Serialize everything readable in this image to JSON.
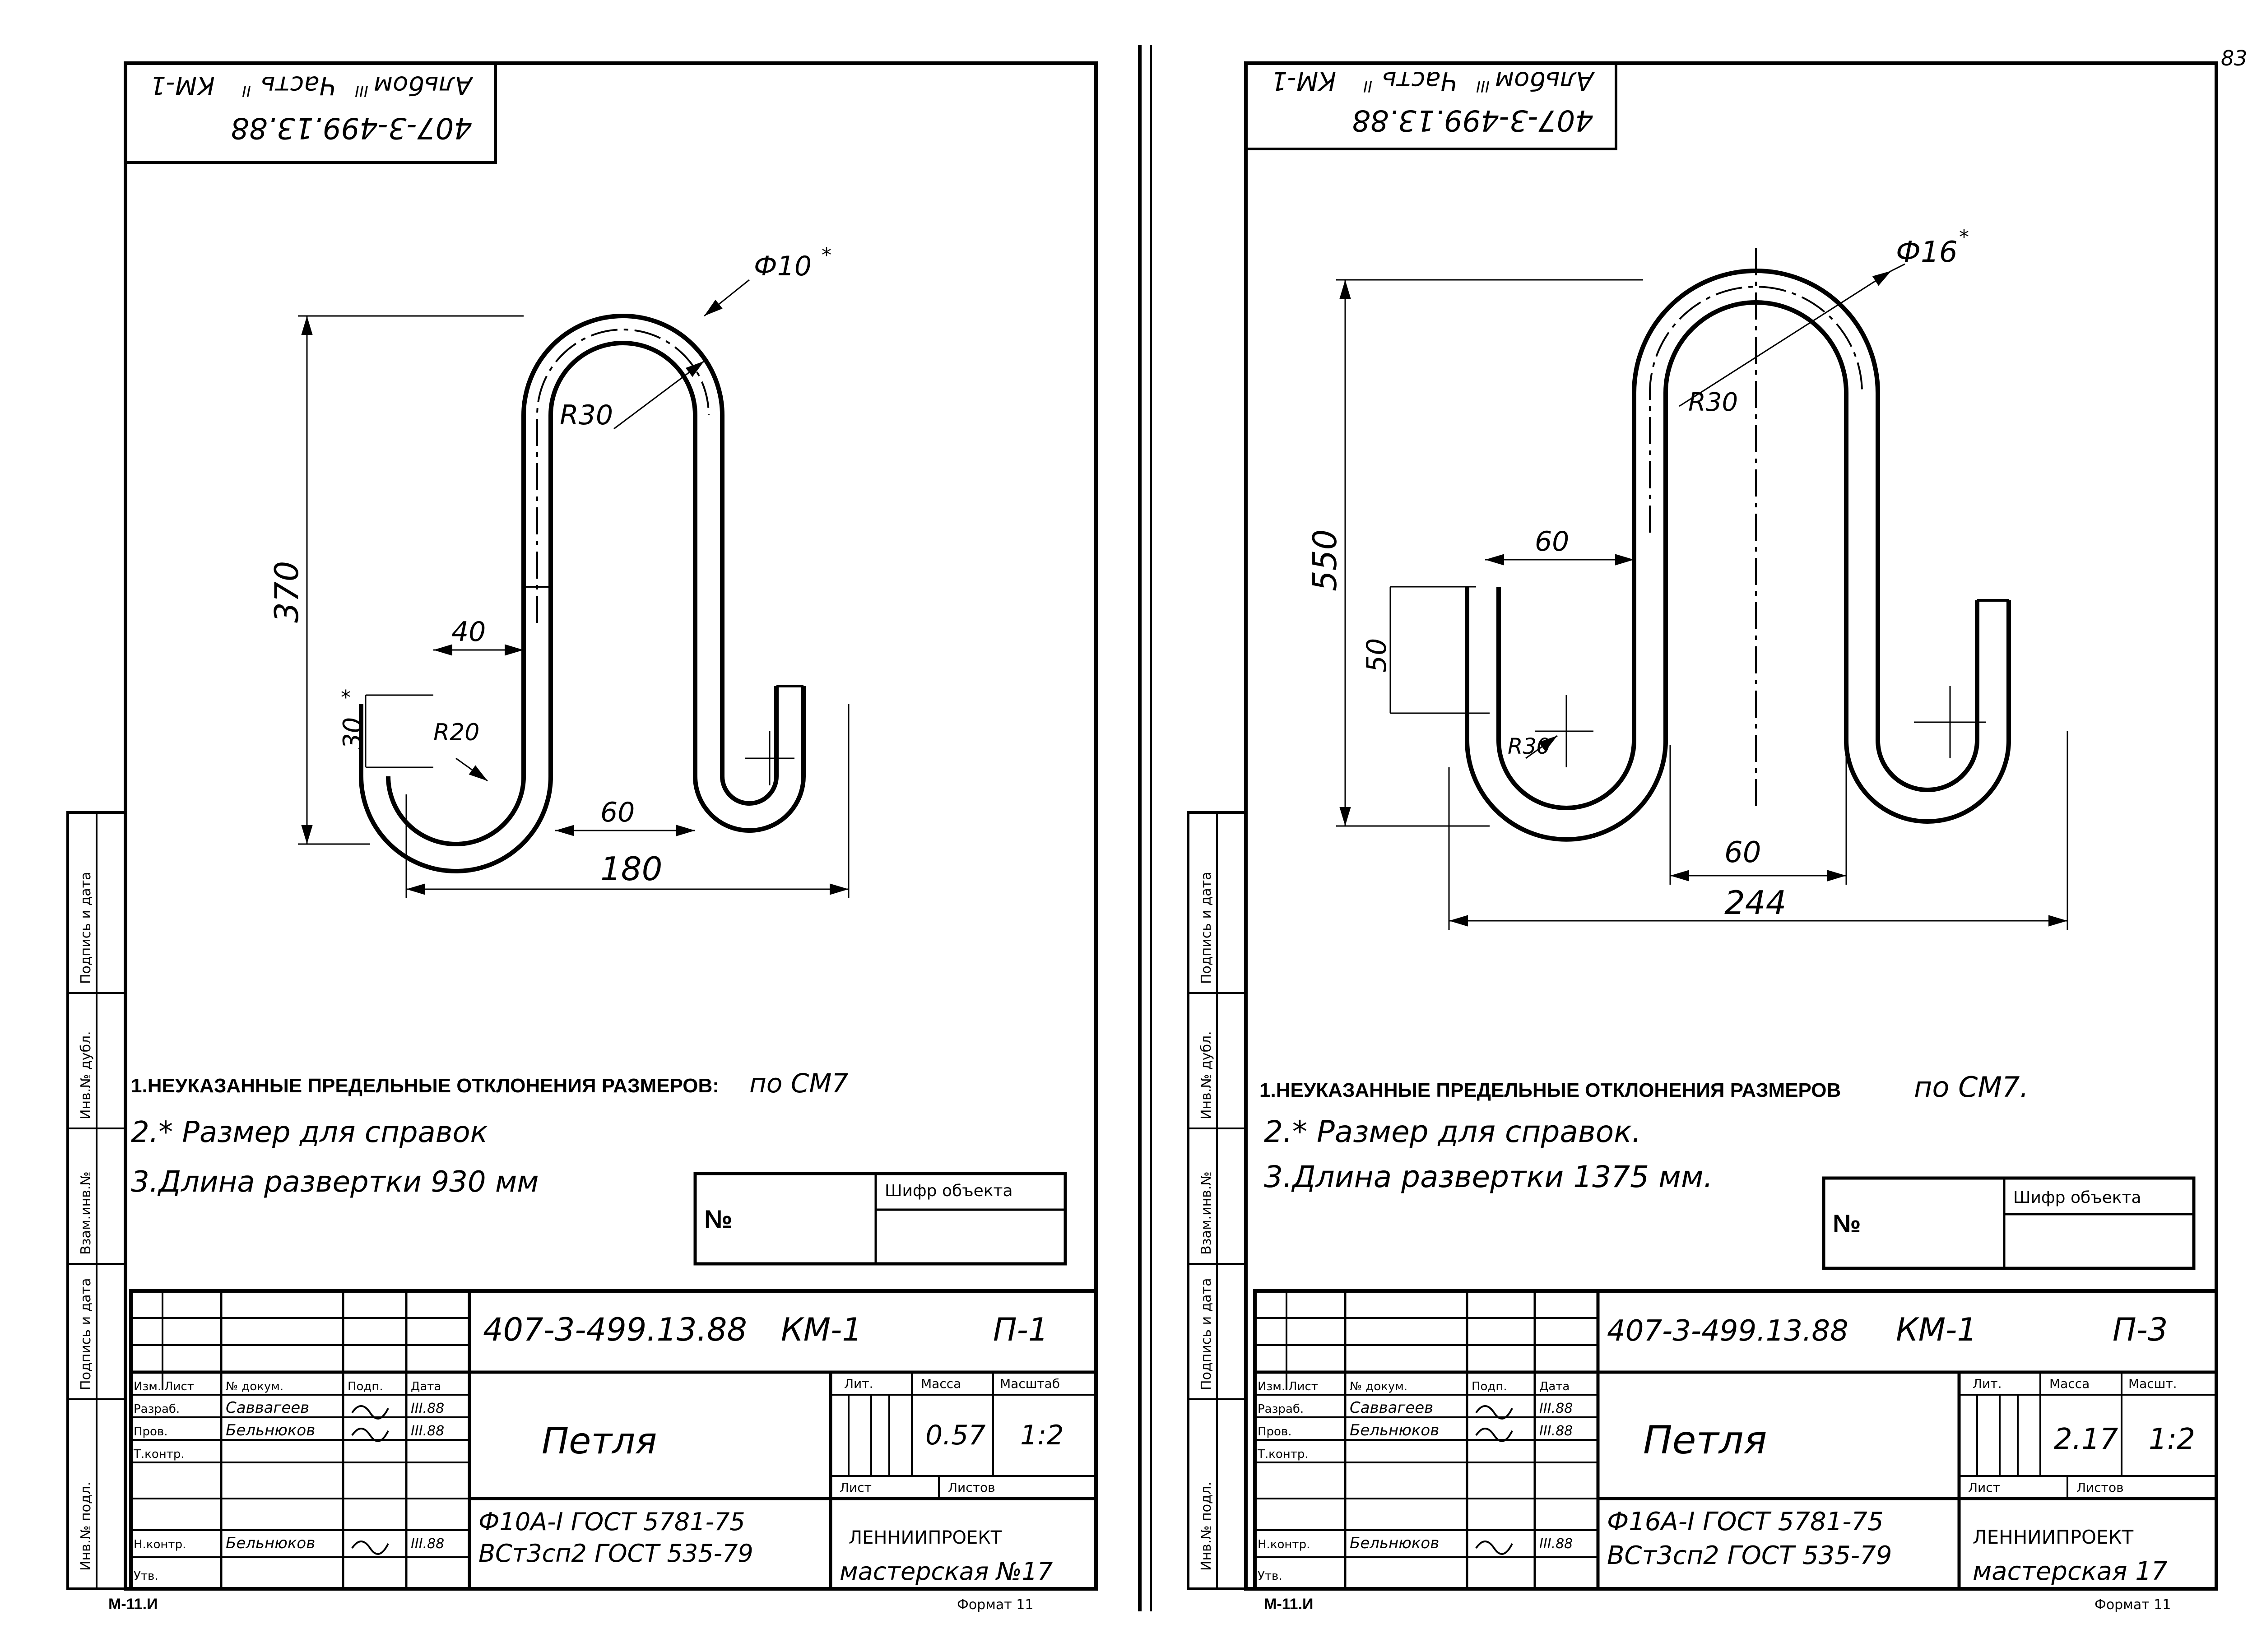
{
  "page_number": "83",
  "sheets": [
    {
      "stamp": {
        "line1": "407-3-499.13.88",
        "line2": "Альбом",
        "line2_mark": "III",
        "line3": "Часть",
        "line3_mark": "II",
        "line4": "КМ-1"
      },
      "dims": {
        "height": "370",
        "pin_dia": "Ф10",
        "pin_dia_mark": "*",
        "r_top": "R30",
        "hook_w": "40",
        "hook_h": "30",
        "hook_h_mark": "*",
        "r_bottom": "R20",
        "gap": "60",
        "overall": "180"
      },
      "notes": {
        "n1": "1.НЕУКАЗАННЫЕ ПРЕДЕЛЬНЫЕ ОТКЛОНЕНИЯ РАЗМЕРОВ:",
        "n1_tail": "по СМ7",
        "n2": "2.* Размер для справок",
        "n3": "3.Длина развертки 930 мм"
      },
      "object_box": {
        "no": "№",
        "label": "Шифр объекта"
      },
      "title_block": {
        "code": "407-3-499.13.88",
        "mark": "КМ-1",
        "sheet_id": "П-1",
        "col_izm": "Изм.",
        "col_list": "Лист",
        "col_doc": "№ докум.",
        "col_sign": "Подп.",
        "col_date": "Дата",
        "row_razrab": "Разраб.",
        "razrab_name": "Саввагеев",
        "razrab_date": "III.88",
        "row_prov": "Пров.",
        "prov_name": "Бельнюков",
        "prov_date": "III.88",
        "row_tkontr": "Т.контр.",
        "row_nkontr": "Н.контр.",
        "nkontr_name": "Бельнюков",
        "nkontr_date": "III.88",
        "row_utv": "Утв.",
        "name": "Петля",
        "lit": "Лит.",
        "mass_label": "Масса",
        "scale_label": "Масштаб",
        "mass": "0.57",
        "scale": "1:2",
        "list_label": "Лист",
        "lists_label": "Листов",
        "material1": "Ф10А-I ГОСТ 5781-75",
        "material2": "ВСт3сп2 ГОСТ 535-79",
        "org1": "ЛЕННИИПРОЕКТ",
        "org2": "мастерская №17",
        "format": "Формат 11",
        "form": "М-11.И"
      },
      "side_strip": [
        "Инв.№ подл.",
        "Подпись и дата",
        "Взам.инв.№",
        "Инв.№ дубл.",
        "Подпись и дата"
      ]
    },
    {
      "stamp": {
        "line1": "407-3-499.13.88",
        "line2": "Альбом",
        "line2_mark": "III",
        "line3": "Часть",
        "line3_mark": "II",
        "line4": "КМ-1"
      },
      "dims": {
        "height": "550",
        "pin_dia": "Ф16",
        "pin_dia_mark": "*",
        "r_top": "R30",
        "hook_w": "60",
        "hook_h": "50",
        "r_bottom": "R30",
        "gap": "60",
        "overall": "244"
      },
      "notes": {
        "n1": "1.НЕУКАЗАННЫЕ ПРЕДЕЛЬНЫЕ ОТКЛОНЕНИЯ РАЗМЕРОВ",
        "n1_tail": "по СМ7.",
        "n2": "2.* Размер для справок.",
        "n3": "3.Длина развертки 1375 мм."
      },
      "object_box": {
        "no": "№",
        "label": "Шифр объекта"
      },
      "title_block": {
        "code": "407-3-499.13.88",
        "mark": "КМ-1",
        "sheet_id": "П-3",
        "col_izm": "Изм.",
        "col_list": "Лист",
        "col_doc": "№ докум.",
        "col_sign": "Подп.",
        "col_date": "Дата",
        "row_razrab": "Разраб.",
        "razrab_name": "Саввагеев",
        "razrab_date": "III.88",
        "row_prov": "Пров.",
        "prov_name": "Бельнюков",
        "prov_date": "III.88",
        "row_tkontr": "Т.контр.",
        "row_nkontr": "Н.контр.",
        "nkontr_name": "Бельнюков",
        "nkontr_date": "III.88",
        "row_utv": "Утв.",
        "name": "Петля",
        "lit": "Лит.",
        "mass_label": "Масса",
        "scale_label": "Масшт.",
        "mass": "2.17",
        "scale": "1:2",
        "list_label": "Лист",
        "lists_label": "Листов",
        "material1": "Ф16А-I ГОСТ 5781-75",
        "material2": "ВСт3сп2 ГОСТ 535-79",
        "org1": "ЛЕННИИПРОЕКТ",
        "org2": "мастерская 17",
        "format": "Формат 11",
        "form": "М-11.И"
      },
      "side_strip": [
        "Инв.№ подл.",
        "Подпись и дата",
        "Взам.инв.№",
        "Инв.№ дубл.",
        "Подпись и дата"
      ]
    }
  ]
}
